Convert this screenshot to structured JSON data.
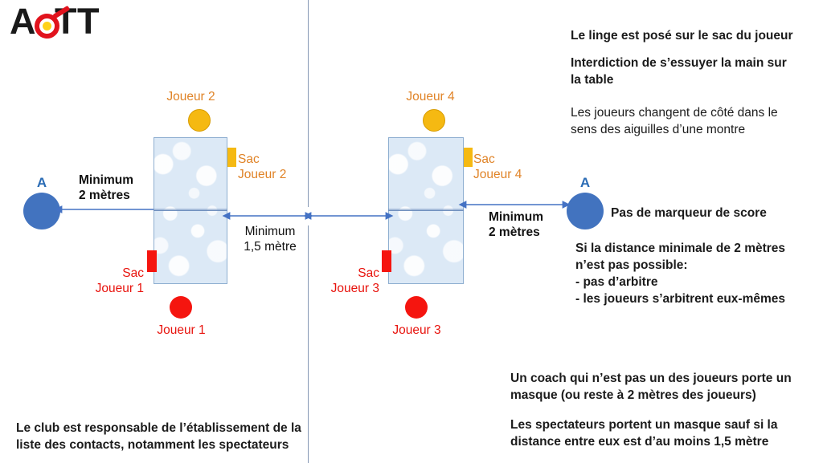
{
  "logo": {
    "letters": [
      "A",
      "T",
      "T"
    ],
    "alt": "ACTT club logo",
    "ring_color": "#e1131d",
    "ball_color": "#ffd11a"
  },
  "diagram": {
    "table_color": "#dce9f6",
    "table_border": "#8eaed0",
    "arrow_color": "#4472c4",
    "divider_color": "#8598b5",
    "left_court": {
      "top_player_label": "Joueur 2",
      "top_bag_label": "Sac\nJoueur 2",
      "bottom_player_label": "Joueur 1",
      "bottom_bag_label": "Sac\nJoueur 1",
      "umpire_label": "A",
      "distance_label": "Minimum\n2 mètres"
    },
    "right_court": {
      "top_player_label": "Joueur 4",
      "top_bag_label": "Sac\nJoueur 4",
      "bottom_player_label": "Joueur 3",
      "bottom_bag_label": "Sac\nJoueur 3",
      "umpire_label": "A",
      "distance_label": "Minimum\n2 mètres"
    },
    "center_gap_label": "Minimum\n1,5 mètre"
  },
  "notes": {
    "top_right": [
      {
        "text": "Le linge est posé sur le sac du joueur",
        "bold": true
      },
      {
        "text": "Interdiction de s’essuyer la main sur\nla table",
        "bold": true
      },
      {
        "text": "Les joueurs changent de côté dans le\nsens des aiguilles d’une montre",
        "bold": false
      }
    ],
    "mid_right": [
      {
        "text": "Pas de marqueur de score",
        "bold": true
      },
      {
        "text": "Si la distance minimale de 2 mètres\nn’est pas possible:\n- pas d’arbitre\n- les joueurs s’arbitrent eux-mêmes",
        "bold": true
      }
    ],
    "bottom_right": [
      {
        "text": "Un coach qui n’est pas un des joueurs porte un\nmasque (ou reste à 2 mètres des joueurs)",
        "bold": true
      },
      {
        "text": "Les spectateurs portent un masque sauf si la\ndistance entre eux est d’au moins 1,5 mètre",
        "bold": true
      }
    ],
    "bottom_left": [
      {
        "text": "Le club est responsable de l’établissement de la\nliste des contacts, notamment les spectateurs",
        "bold": true
      }
    ]
  }
}
